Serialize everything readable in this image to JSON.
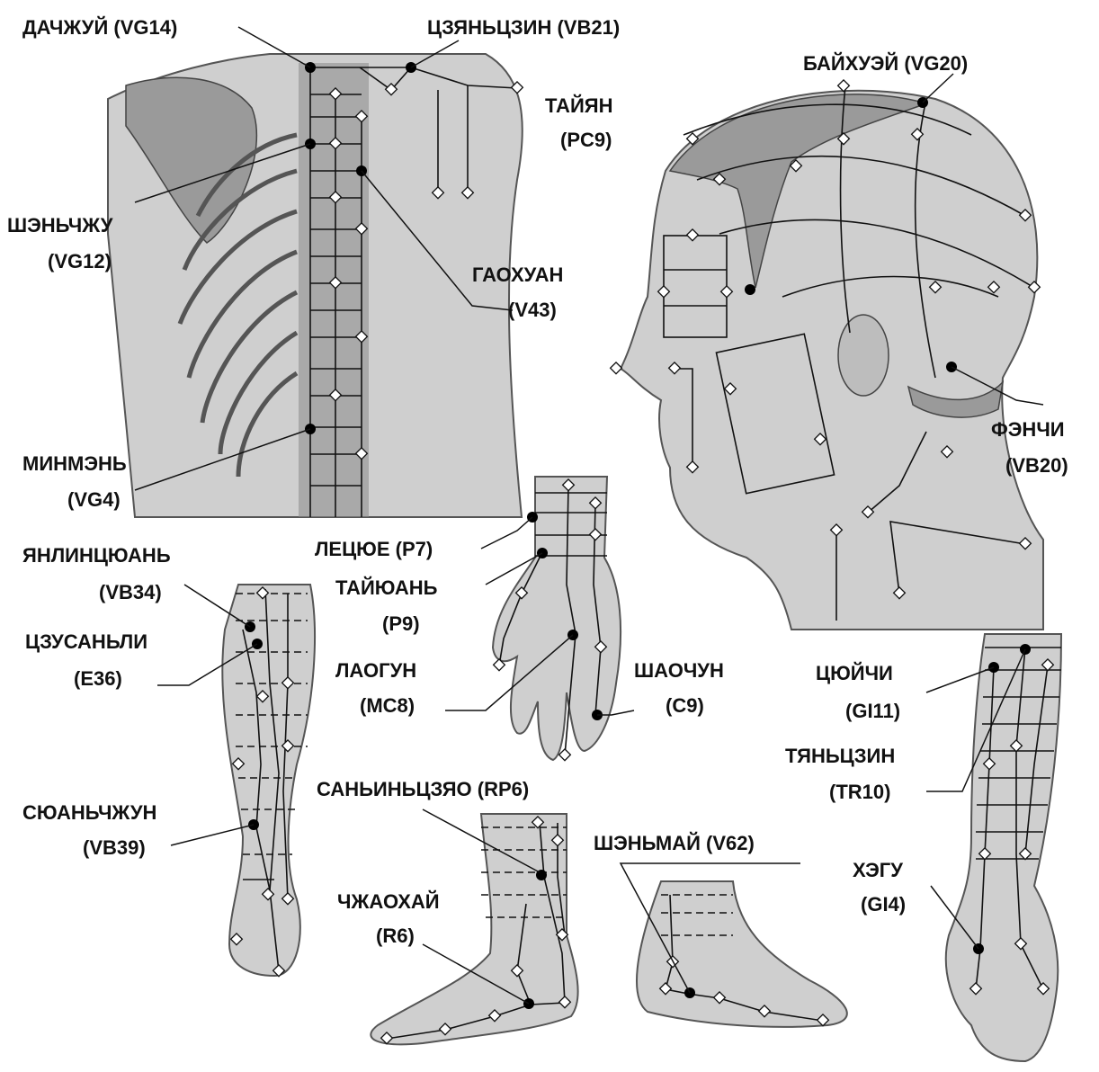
{
  "labels": {
    "vg14": "ДАЧЖУЙ (VG14)",
    "vb21": "ЦЗЯНЬЦЗИН (VB21)",
    "vg20": "БАЙХУЭЙ (VG20)",
    "pc9_name": "ТАЙЯН",
    "pc9_code": "(PC9)",
    "vg12_name": "ШЭНЬЧЖУ",
    "vg12_code": "(VG12)",
    "v43_name": "ГАОХУАН",
    "v43_code": "(V43)",
    "vb20_name": "ФЭНЧИ",
    "vb20_code": "(VB20)",
    "vg4_name": "МИНМЭНЬ",
    "vg4_code": "(VG4)",
    "p7": "ЛЕЦЮЕ (P7)",
    "p9_name": "ТАЙЮАНЬ",
    "p9_code": "(P9)",
    "vb34_name": "ЯНЛИНЦЮАНЬ",
    "vb34_code": "(VB34)",
    "e36_name": "ЦЗУСАНЬЛИ",
    "e36_code": "(E36)",
    "mc8_name": "ЛАОГУН",
    "mc8_code": "(MC8)",
    "c9_name": "ШАОЧУН",
    "c9_code": "(C9)",
    "gi11_name": "ЦЮЙЧИ",
    "gi11_code": "(GI11)",
    "tr10_name": "ТЯНЬЦЗИН",
    "tr10_code": "(TR10)",
    "rp6": "САНЬИНЬЦЗЯО (RP6)",
    "vb39_name": "СЮАНЬЧЖУН",
    "vb39_code": "(VB39)",
    "v62": "ШЭНЬМАЙ (V62)",
    "gi4_name": "ХЭГУ",
    "gi4_code": "(GI4)",
    "r6_name": "ЧЖАОХАЙ",
    "r6_code": "(R6)"
  },
  "colors": {
    "skin": "#cfcfcf",
    "shadow": "#9a9a9a",
    "outline": "#444444",
    "point": "#000000",
    "background": "#ffffff"
  }
}
